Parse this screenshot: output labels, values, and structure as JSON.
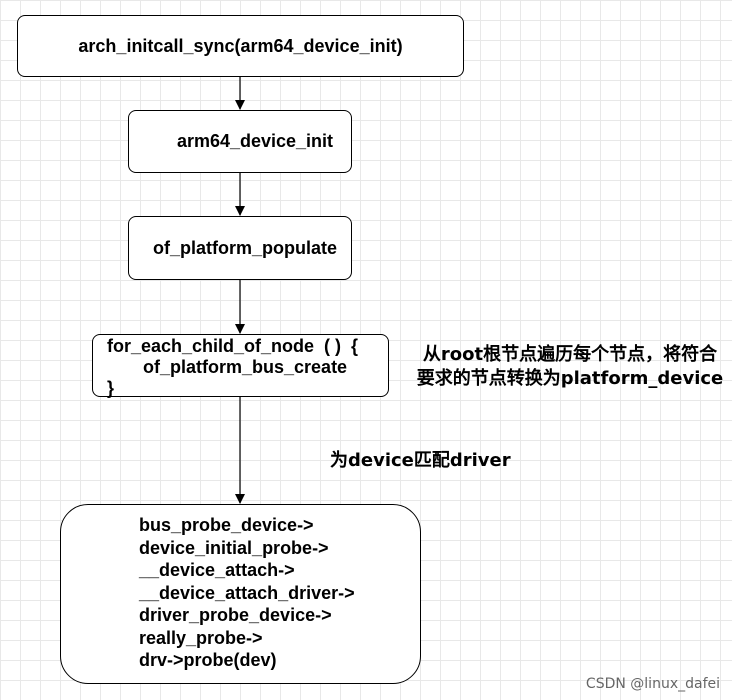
{
  "nodes": {
    "n1": "arch_initcall_sync(arm64_device_init)",
    "n2": "arm64_device_init",
    "n3": "of_platform_populate",
    "n4": [
      "for_each_child_of_node  ( )  {",
      "    of_platform_bus_create",
      "}"
    ],
    "n5": [
      "bus_probe_device->",
      "device_initial_probe->",
      "__device_attach->",
      "__device_attach_driver->",
      "driver_probe_device->",
      "really_probe->",
      "drv->probe(dev)"
    ]
  },
  "notes": {
    "traverse": [
      "从root根节点遍历每个节点，将符合",
      "要求的节点转换为platform_device"
    ],
    "match": "为device匹配driver"
  },
  "watermark": "CSDN @linux_dafei"
}
